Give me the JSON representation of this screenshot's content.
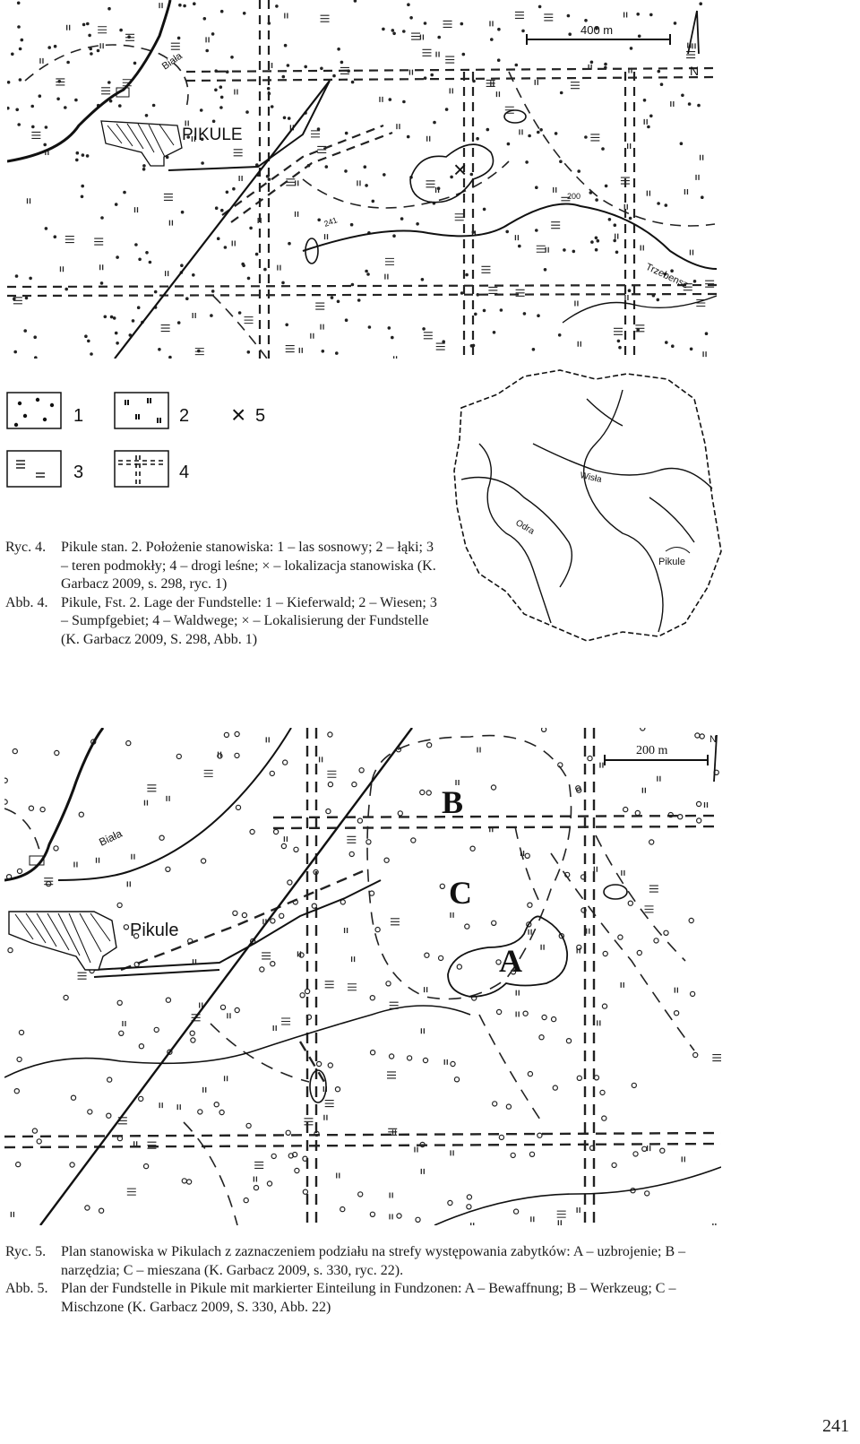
{
  "figure4": {
    "map": {
      "village_label": "PIKULE",
      "river_label": "Biała",
      "river2_label": "Trzebensz",
      "scale_label": "400 m",
      "north_label": "N",
      "contour_labels": [
        "200",
        "241"
      ]
    },
    "legend": [
      {
        "key": "1"
      },
      {
        "key": "2"
      },
      {
        "key": "3"
      },
      {
        "key": "4"
      },
      {
        "key": "5"
      }
    ],
    "inset": {
      "labels": [
        "Wisła",
        "Odra",
        "Pikule"
      ]
    },
    "caption_pl_label": "Ryc. 4.",
    "caption_pl": "Pikule stan. 2. Położenie stanowiska: 1 – las sosnowy; 2 – łąki; 3 – teren podmokły; 4 – drogi leśne; × – lokalizacja stanowiska (K. Garbacz 2009, s. 298, ryc. 1)",
    "caption_de_label": "Abb. 4.",
    "caption_de": "Pikule, Fst. 2. Lage der Fundstelle: 1 – Kieferwald; 2 – Wiesen; 3 – Sumpfgebiet; 4 – Waldwege; × – Lokalisierung der Fundstelle (K. Garbacz 2009, S. 298, Abb. 1)"
  },
  "figure5": {
    "map": {
      "village_label": "Pikule",
      "river_label": "Biała",
      "scale_label": "200 m",
      "north_label": "N",
      "zone_a": "A",
      "zone_b": "B",
      "zone_c": "C"
    },
    "caption_pl_label": "Ryc. 5.",
    "caption_pl": "Plan stanowiska w Pikulach z zaznaczeniem podziału na strefy występowania zabytków: A – uzbrojenie; B – narzędzia; C – mieszana (K. Garbacz 2009, s. 330, ryc. 22).",
    "caption_de_label": "Abb. 5.",
    "caption_de": "Plan der Fundstelle in Pikule mit markierter Einteilung in Fundzonen: A – Bewaffnung; B – Werkzeug; C – Mischzone (K. Garbacz 2009, S. 330, Abb. 22)"
  },
  "page_number": "241"
}
